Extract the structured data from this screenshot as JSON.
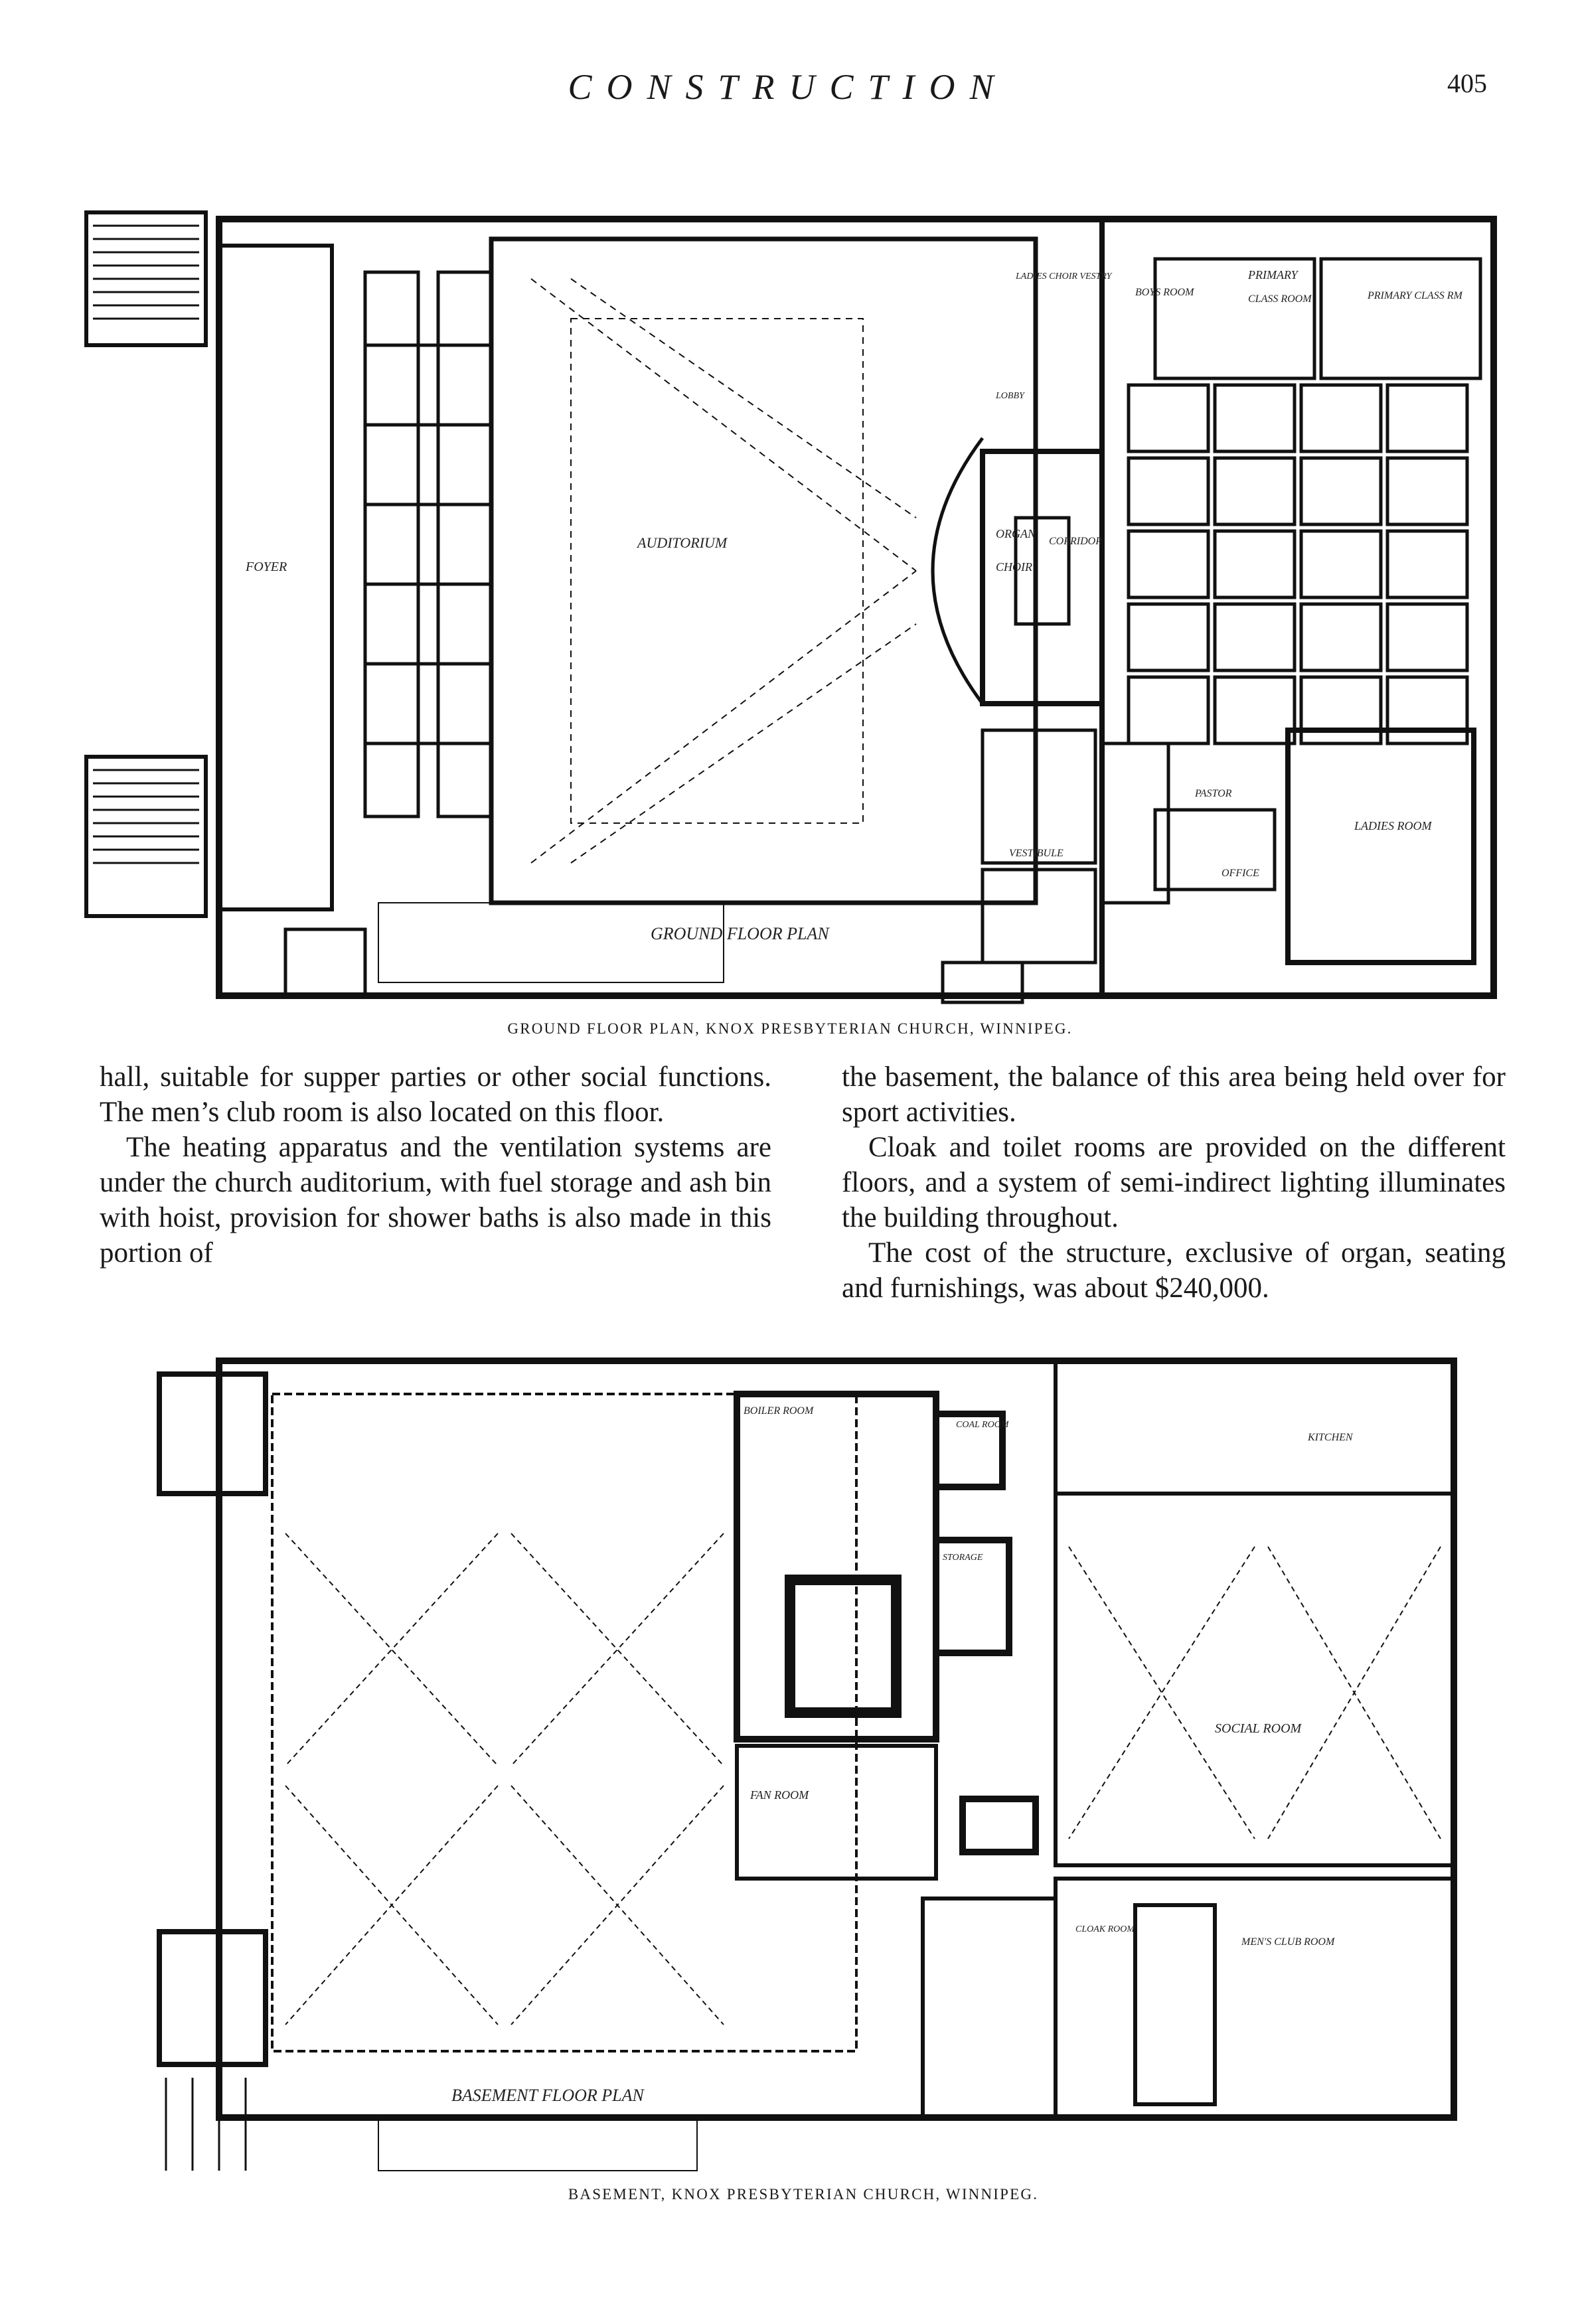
{
  "header": {
    "running_head": "CONSTRUCTION",
    "page_number": "405"
  },
  "ground_plan": {
    "caption": "GROUND FLOOR PLAN, KNOX PRESBYTERIAN CHURCH, WINNIPEG.",
    "title": "GROUND FLOOR PLAN",
    "rooms": {
      "auditorium": "AUDITORIUM",
      "foyer": "FOYER",
      "organ": "ORGAN",
      "choir": "CHOIR",
      "corridor": "CORRIDOR",
      "primary": "PRIMARY",
      "boys_room": "BOYS ROOM",
      "class_room": "CLASS ROOM",
      "primary_class_rm": "PRIMARY CLASS RM",
      "ladies_choir_vestry": "LADIES CHOIR VESTRY",
      "lobby": "LOBBY",
      "ladies_room": "LADIES ROOM",
      "vestibule": "VESTIBULE",
      "office": "OFFICE",
      "pastor": "PASTOR"
    }
  },
  "basement_plan": {
    "caption": "BASEMENT, KNOX PRESBYTERIAN CHURCH, WINNIPEG.",
    "title": "BASEMENT FLOOR PLAN",
    "rooms": {
      "boiler_room": "BOILER ROOM",
      "fan_room": "FAN ROOM",
      "storage": "STORAGE",
      "social_room": "SOCIAL ROOM",
      "kitchen": "KITCHEN",
      "mens_club_room": "MEN'S CLUB ROOM",
      "cloak_room": "CLOAK ROOM",
      "coal_room": "COAL ROOM"
    }
  },
  "body_text": {
    "left_column": [
      "hall, suitable for supper parties or other social functions. The men’s club room is also located on this floor.",
      "The heating apparatus and the ventilation systems are under the church auditorium, with fuel storage and ash bin with hoist, provision for shower baths is also made in this portion of"
    ],
    "right_column": [
      "the basement, the balance of this area being held over for sport activities.",
      "Cloak and toilet rooms are provided on the different floors, and a system of semi-indirect lighting illuminates the building throughout.",
      "The cost of the structure, exclusive of organ, seating and furnishings, was about $240,000."
    ]
  }
}
